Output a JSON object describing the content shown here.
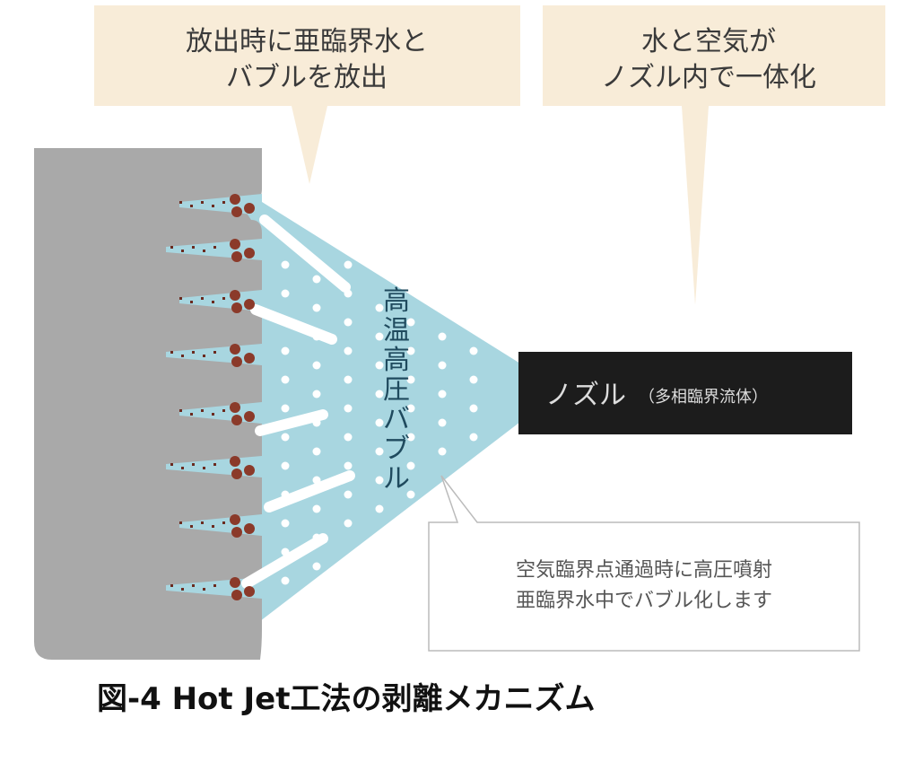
{
  "callout_left": {
    "line1": "放出時に亜臨界水と",
    "line2": "バブルを放出"
  },
  "callout_right": {
    "line1": "水と空気が",
    "line2": "ノズル内で一体化"
  },
  "nozzle": {
    "label": "ノズル",
    "sublabel": "（多相臨界流体）"
  },
  "bubble_label": [
    "高",
    "温",
    "高",
    "圧",
    "バ",
    "ブ",
    "ル"
  ],
  "note": {
    "line1": "空気臨界点通過時に高圧噴射",
    "line2": "亜臨界水中でバブル化します"
  },
  "caption": "図-4  Hot  Jet工法の剥離メカニズム",
  "colors": {
    "callout_bg": "#f8ecd8",
    "surface": "#a9a9a9",
    "spray": "#a8d6e0",
    "nozzle": "#1c1c1c",
    "debris": "#8b3a2a",
    "text": "#3a3a3a",
    "bubble_text": "#1f4a5e"
  }
}
